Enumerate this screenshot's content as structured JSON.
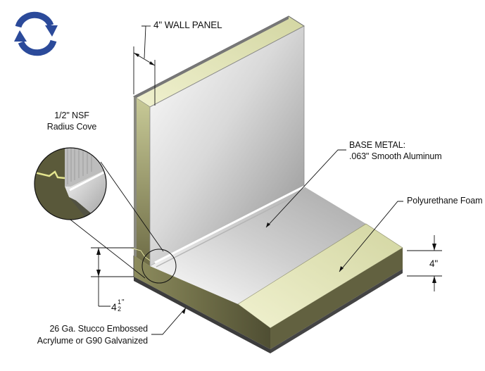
{
  "diagram": {
    "title_label": "4\" WALL PANEL",
    "labels": {
      "radius_cove_line1": "1/2\" NSF",
      "radius_cove_line2": "Radius Cove",
      "base_metal_line1": "BASE METAL:",
      "base_metal_line2": ".063\" Smooth Aluminum",
      "foam": "Polyurethane Foam",
      "floor_thickness": "4\"",
      "cove_height_whole": "4",
      "cove_height_num": "1",
      "cove_height_den": "2",
      "cove_height_unit": "\"",
      "skin_line1": "26 Ga. Stucco Embossed",
      "skin_line2": "Acrylume or G90 Galvanized"
    },
    "colors": {
      "icon_blue": "#2b4a9a",
      "foam_light": "#e3e6b8",
      "foam_dark": "#5b5a3a",
      "metal_light": "#f2f2f2",
      "metal_dark": "#9a9a9a",
      "line": "#111111"
    },
    "icons": {
      "refresh": "refresh-cycle-arrows"
    }
  }
}
